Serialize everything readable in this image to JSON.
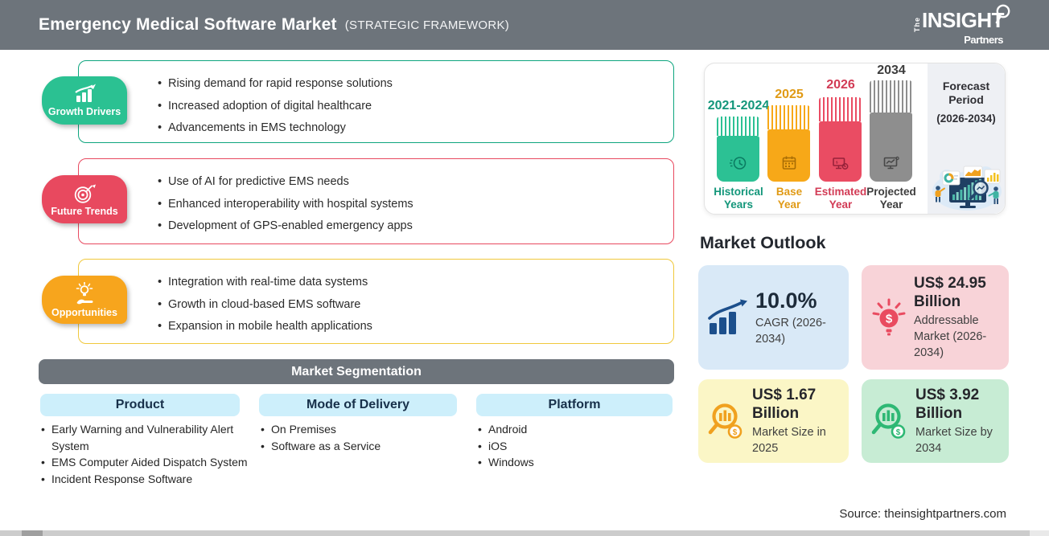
{
  "header": {
    "title": "Emergency Medical Software Market",
    "subtitle": "(STRATEGIC FRAMEWORK)",
    "logo": {
      "prefix": "The",
      "name": "INSIGHT",
      "suffix": "Partners"
    }
  },
  "sections": [
    {
      "label": "Growth Drivers",
      "color": "#2bc192",
      "border": "#0da57e",
      "items": [
        "Rising demand for rapid response solutions",
        "Increased adoption of digital healthcare",
        "Advancements in EMS technology"
      ]
    },
    {
      "label": "Future Trends",
      "color": "#e8495f",
      "border": "#e8495f",
      "items": [
        "Use of AI for predictive EMS needs",
        "Enhanced interoperability with hospital systems",
        "Development of GPS-enabled emergency apps"
      ]
    },
    {
      "label": "Opportunities",
      "color": "#f7a51d",
      "border": "#f0c83c",
      "items": [
        "Integration with real-time data systems",
        "Growth in cloud-based EMS software",
        "Expansion in mobile health applications"
      ]
    }
  ],
  "segmentation": {
    "title": "Market Segmentation",
    "columns": [
      {
        "header": "Product",
        "items": [
          "Early Warning and Vulnerability Alert System",
          "EMS Computer Aided Dispatch System",
          "Incident Response Software"
        ]
      },
      {
        "header": "Mode of Delivery",
        "items": [
          "On Premises",
          "Software as a Service"
        ]
      },
      {
        "header": "Platform",
        "items": [
          "Android",
          "iOS",
          "Windows"
        ]
      }
    ]
  },
  "timeline": {
    "bars": [
      {
        "year": "2021-2024",
        "label_line1": "Historical",
        "label_line2": "Years",
        "color": "#2cc194",
        "text_color": "#13967a"
      },
      {
        "year": "2025",
        "label_line1": "Base",
        "label_line2": "Year",
        "color": "#f7a818",
        "text_color": "#e09a15"
      },
      {
        "year": "2026",
        "label_line1": "Estimated",
        "label_line2": "Year",
        "color": "#ea4c63",
        "text_color": "#d23b55"
      },
      {
        "year": "2034",
        "label_line1": "Projected",
        "label_line2": "Year",
        "color": "#8e8e8e",
        "text_color": "#3d3d3d"
      }
    ],
    "forecast": {
      "line1": "Forecast",
      "line2": "Period",
      "line3": "(2026-2034)"
    }
  },
  "market_outlook": {
    "title": "Market Outlook",
    "cards": [
      {
        "value": "10.0%",
        "label": "CAGR (2026-2034)",
        "bg": "#d9e9f7"
      },
      {
        "value": "US$ 24.95 Billion",
        "label": "Addressable Market (2026-2034)",
        "bg": "#f8d3d8"
      },
      {
        "value": "US$ 1.67 Billion",
        "label": "Market Size in 2025",
        "bg": "#fbf6c6"
      },
      {
        "value": "US$ 3.92 Billion",
        "label": "Market Size by 2034",
        "bg": "#c7ecd4"
      }
    ]
  },
  "source": "Source: theinsightpartners.com"
}
